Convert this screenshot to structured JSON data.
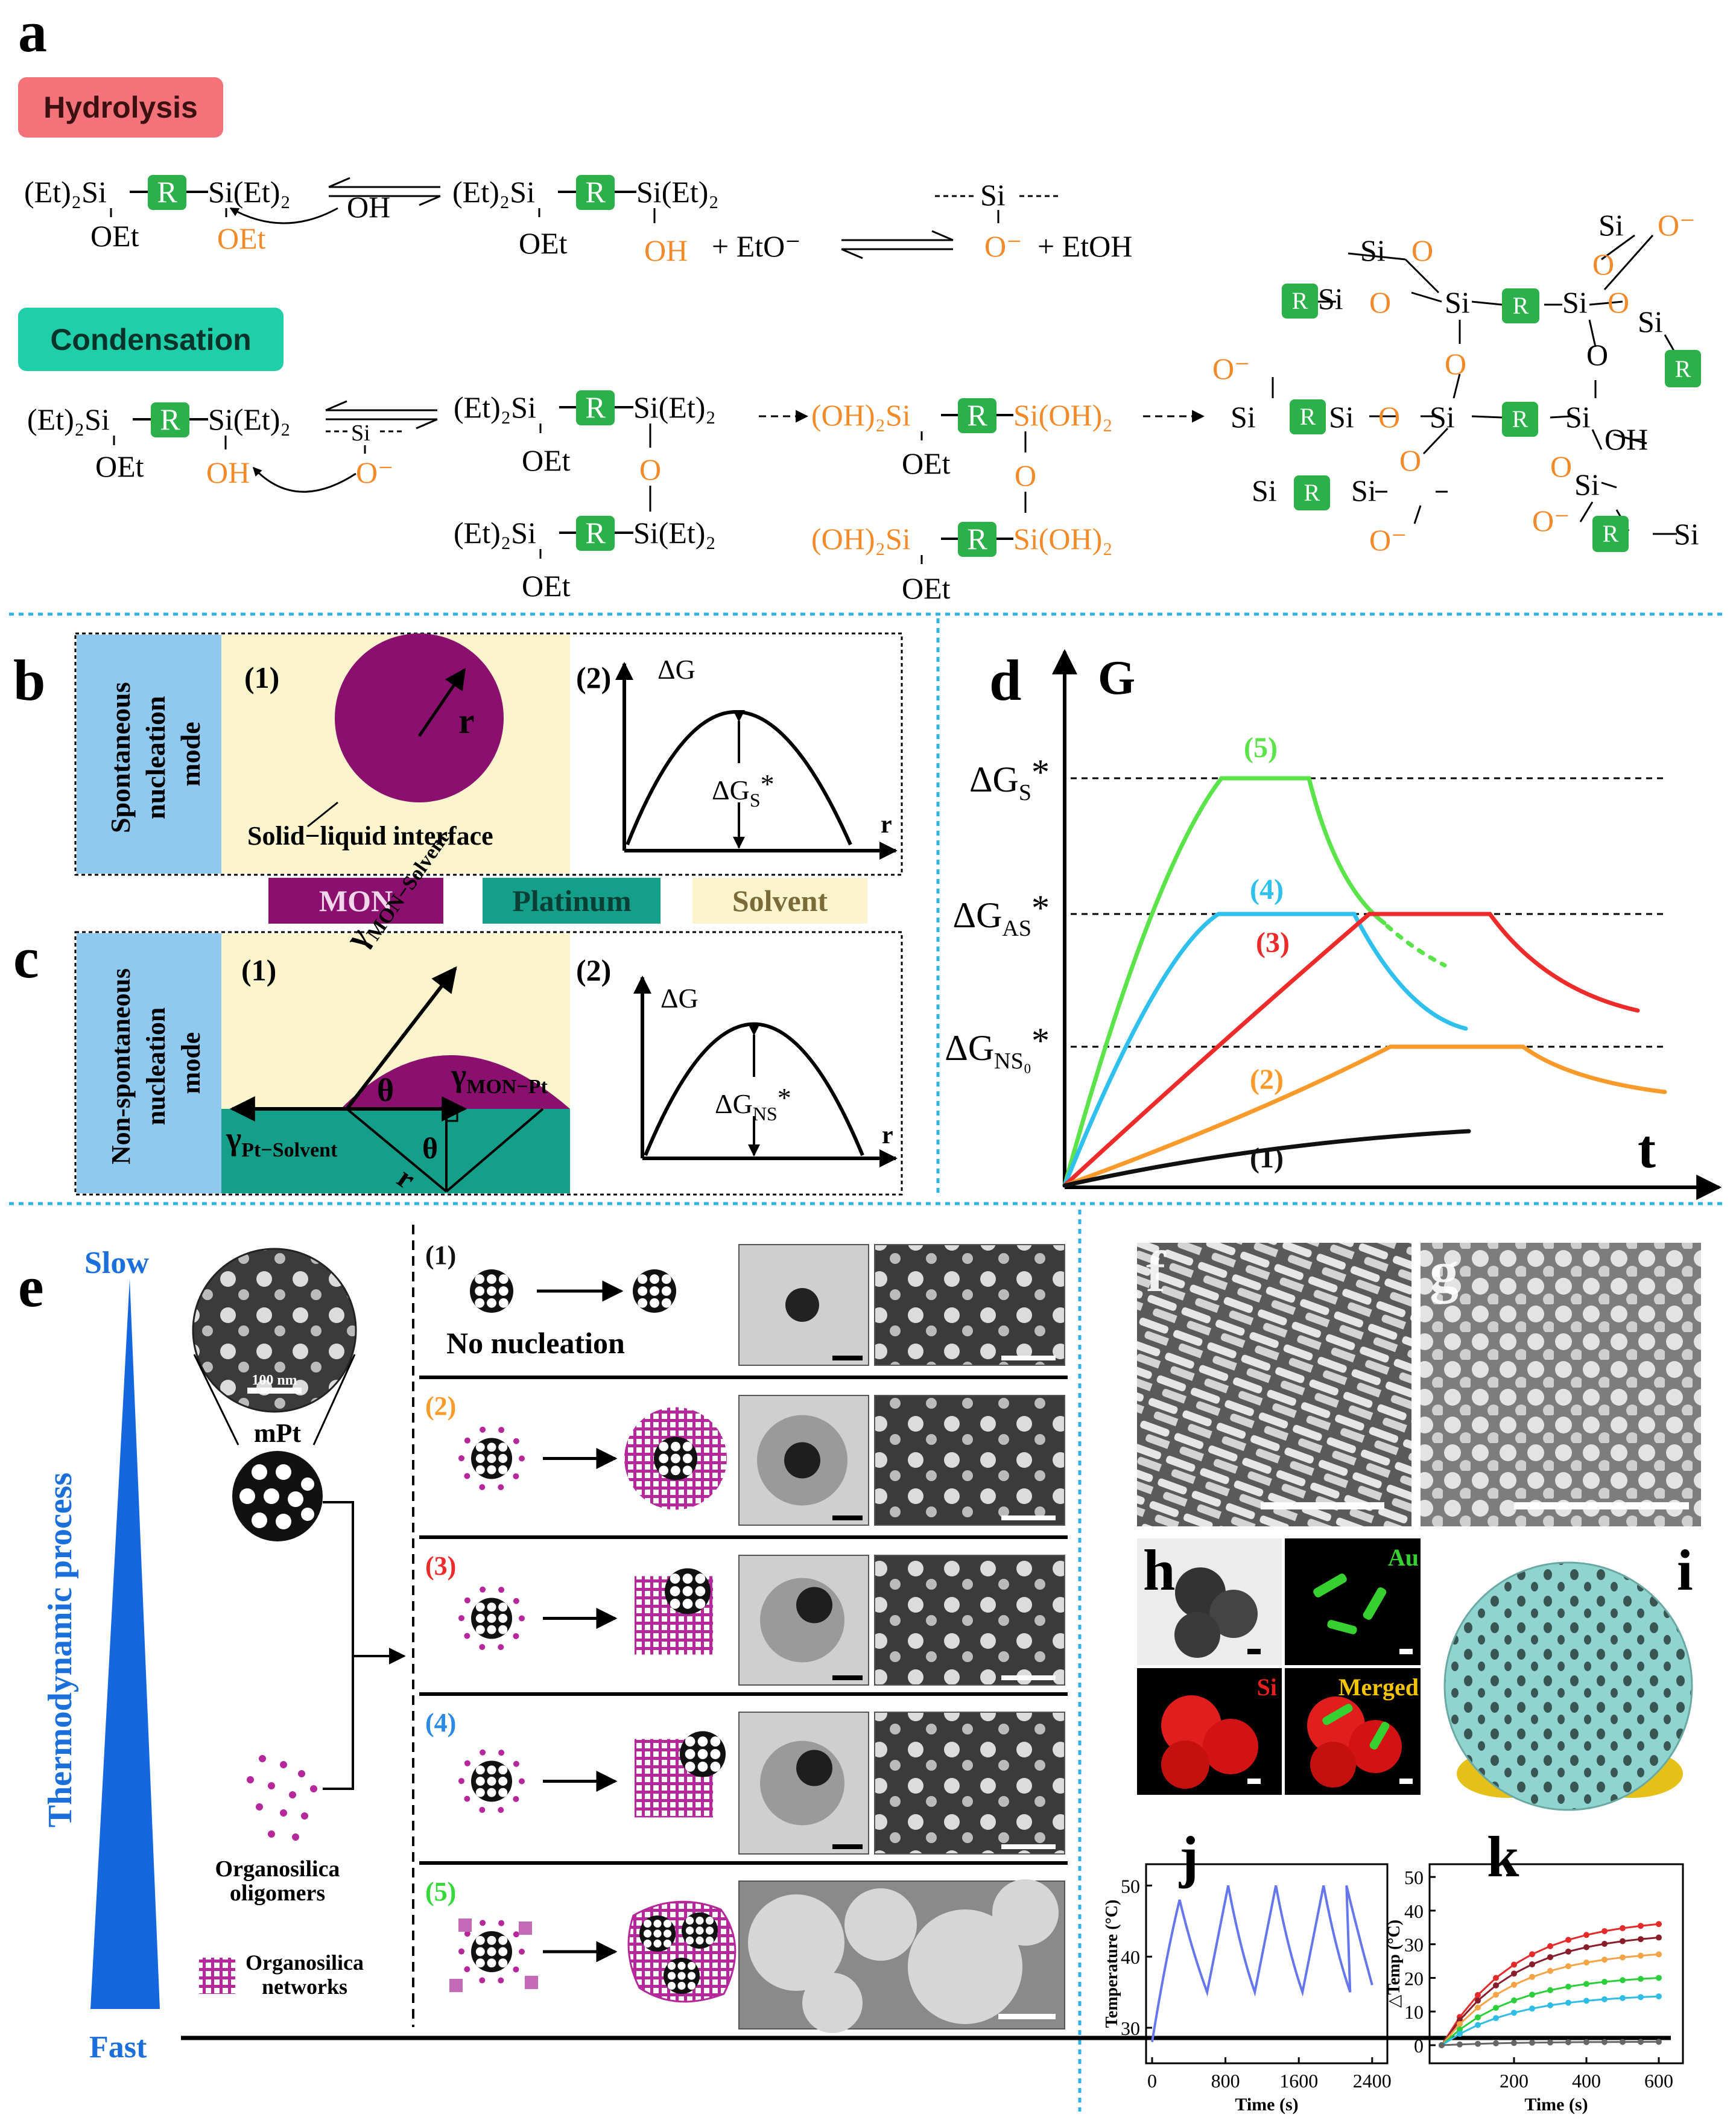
{
  "panels": {
    "a": "a",
    "b": "b",
    "c": "c",
    "d": "d",
    "e": "e",
    "f": "f",
    "g": "g",
    "h": "h",
    "i": "i",
    "j": "j",
    "k": "k"
  },
  "hydrolysis": {
    "label": "Hydrolysis",
    "bg": "#f4727a",
    "reactant_left": "(Et)₂Si",
    "r_box": "R",
    "reactant_right": "Si(Et)₂",
    "oet": "OEt",
    "oet_orange": "OEt",
    "oh_attack": "OH",
    "product_left": "(Et)₂Si",
    "product_right": "Si(Et)₂",
    "oh_orange": "OH",
    "plus1": "+ EtO⁻",
    "si_dash": "Si",
    "o_minus": "O⁻",
    "plus2": "+ EtOH"
  },
  "condensation": {
    "label": "Condensation",
    "bg": "#1fcfa9",
    "left": "(Et)₂Si",
    "right": "Si(Et)₂",
    "oet": "OEt",
    "oh": "OH",
    "si": "Si",
    "o_minus": "O⁻",
    "dimer_o": "O",
    "oh2_left": "(OH)₂Si",
    "oh2_right": "Si(OH)₂",
    "network_si": "Si",
    "network_o": "O",
    "network_ominus": "O⁻",
    "network_oh": "OH"
  },
  "b": {
    "mode": "Spontaneous nucleation mode",
    "sub1": "(1)",
    "r": "r",
    "interface": "Solid−liquid interface",
    "sub2": "(2)",
    "dg": "ΔG",
    "dgs": "ΔG",
    "dgs_sub": "S",
    "star": "*",
    "r_axis": "r"
  },
  "legend": [
    {
      "label": "MON",
      "color": "#8b0f6e",
      "text_color": "#f0d8ea"
    },
    {
      "label": "Platinum",
      "color": "#139f8a",
      "text_color": "#0a3f36"
    },
    {
      "label": "Solvent",
      "color": "#fbf4cc",
      "text_color": "#7a6b38"
    }
  ],
  "c": {
    "mode": "Non-spontaneous nucleation mode",
    "sub1": "(1)",
    "g_mon_solvent": "γ",
    "g_mon_solvent_sub": "MON−Solvent",
    "theta": "θ",
    "g_mon_pt": "γ",
    "g_mon_pt_sub": "MON−Pt",
    "g_pt_solvent": "γ",
    "g_pt_solvent_sub": "Pt−Solvent",
    "r": "r",
    "sub2": "(2)",
    "dg": "ΔG",
    "dgns": "ΔG",
    "dgns_sub": "NS",
    "star": "*",
    "r_axis": "r"
  },
  "chart_data": {
    "type": "line",
    "ylabel": "G",
    "xlabel": "t",
    "levels": [
      {
        "label": "ΔG",
        "sub": "S",
        "star": "*"
      },
      {
        "label": "ΔG",
        "sub": "AS",
        "star": "*"
      },
      {
        "label": "ΔG",
        "sub": "NS₀",
        "star": "*"
      }
    ],
    "series": [
      {
        "name": "(5)",
        "color": "#5be34a"
      },
      {
        "name": "(4)",
        "color": "#2fc0ee"
      },
      {
        "name": "(3)",
        "color": "#ee2b2b"
      },
      {
        "name": "(2)",
        "color": "#f99a2a"
      },
      {
        "name": "(1)",
        "color": "#111111"
      }
    ]
  },
  "e": {
    "slow": "Slow",
    "fast": "Fast",
    "axis": "Thermodynamic process",
    "scale": "100 nm",
    "mpt": "mPt",
    "oligomers1": "Organosilica",
    "oligomers2": "oligomers",
    "networks1": "Organosilica",
    "networks2": "networks",
    "rows": [
      {
        "num": "(1)",
        "color": "#111111",
        "caption": "No nucleation"
      },
      {
        "num": "(2)",
        "color": "#f99a2a",
        "caption": ""
      },
      {
        "num": "(3)",
        "color": "#ee2b2b",
        "caption": ""
      },
      {
        "num": "(4)",
        "color": "#2a8ae6",
        "caption": ""
      },
      {
        "num": "(5)",
        "color": "#35d93a",
        "caption": ""
      }
    ]
  },
  "h": {
    "au": "Au",
    "si": "Si",
    "merged": "Merged"
  },
  "j": {
    "ylabel": "Temperature (°C)",
    "xlabel": "Time (s)",
    "yticks": [
      "30",
      "40",
      "50"
    ],
    "xticks": [
      "0",
      "800",
      "1600",
      "2400"
    ],
    "color": "#6677ee"
  },
  "k": {
    "ylabel": "△Temp (°C)",
    "xlabel": "Time (s)",
    "yticks": [
      "0",
      "10",
      "20",
      "30",
      "40",
      "50"
    ],
    "xticks": [
      "200",
      "400",
      "600"
    ]
  }
}
